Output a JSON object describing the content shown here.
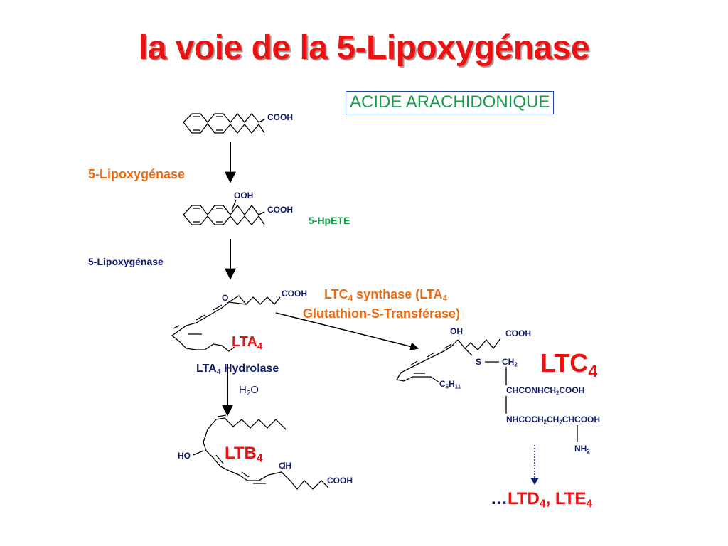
{
  "title": "la voie de la 5-Lipoxygénase",
  "substrate_label": "ACIDE ARACHIDONIQUE",
  "enzymes": {
    "lox1": "5-Lipoxygénase",
    "lox2": "5-Lipoxygénase",
    "ltc4_synthase_line1": {
      "pre": "LTC",
      "sub": "4",
      "post": " synthase (LTA",
      "sub2": "4"
    },
    "ltc4_synthase_line2": "Glutathion-S-Transférase)",
    "lta4_hydrolase": {
      "pre": "LTA",
      "sub": "4",
      "post": " Hydrolase"
    },
    "water": {
      "pre": "H",
      "sub": "2",
      "post": "O"
    }
  },
  "compounds": {
    "hpete": "5-HpETE",
    "lta4": {
      "pre": "LTA",
      "sub": "4"
    },
    "ltb4": {
      "pre": "LTB",
      "sub": "4"
    },
    "ltc4": {
      "pre": "LTC",
      "sub": "4"
    },
    "ltd4_lte4": {
      "prefix": "…",
      "a": "LTD",
      "a_sub": "4",
      "sep": ", ",
      "b": "LTE",
      "b_sub": "4"
    }
  },
  "groups": {
    "cooh_aa": "COOH",
    "cooh_hpete": "COOH",
    "ooh": "OOH",
    "cooh_lta4": "COOH",
    "o_epoxide": "O",
    "cooh_ltc4": "COOH",
    "oh_ltc4": "OH",
    "s": "S",
    "ch2": {
      "pre": "CH",
      "sub": "2"
    },
    "c5h11": {
      "pre": "C",
      "sub": "5",
      "mid": "H",
      "sub2": "11"
    },
    "chconh": {
      "pre": "CHCONHCH",
      "sub": "2",
      "post": "COOH"
    },
    "nhcoch": {
      "pre": "NHCOCH",
      "sub": "2",
      "mid": "CH",
      "sub2": "2",
      "post": "CHCOOH"
    },
    "nh2": {
      "pre": "NH",
      "sub": "2"
    },
    "ho_ltb4": "HO",
    "oh_ltb4": "OH",
    "cooh_ltb4": "COOH"
  },
  "colors": {
    "title": "#ee1111",
    "enzyme_orange": "#ee6a10",
    "navy": "#101c6a",
    "green": "#1aa04a",
    "red": "#ee1111"
  }
}
